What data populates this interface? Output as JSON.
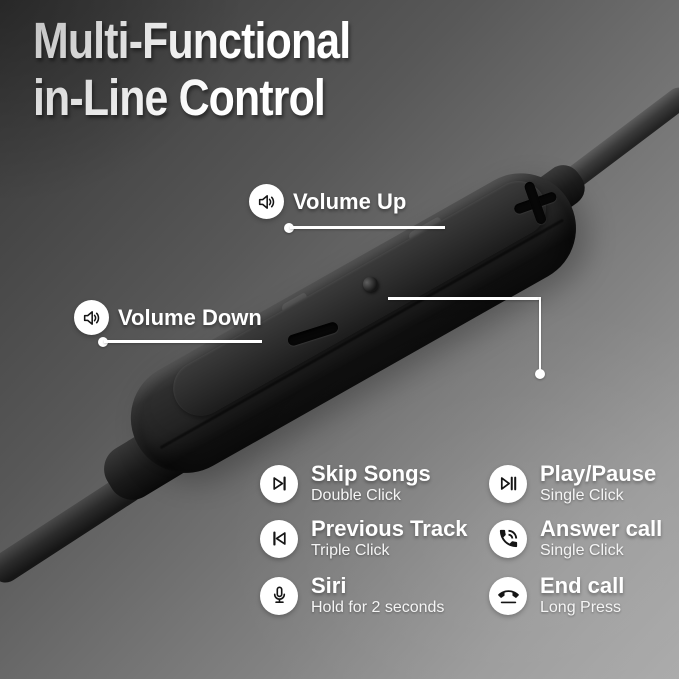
{
  "title": {
    "line1": "Multi-Functional",
    "line2": "in-Line Control"
  },
  "volume_callouts": {
    "up": {
      "icon": "volume-up-icon",
      "label": "Volume Up"
    },
    "down": {
      "icon": "volume-down-icon",
      "label": "Volume Down"
    }
  },
  "functions": {
    "left": [
      {
        "icon": "skip-next-icon",
        "title": "Skip Songs",
        "subtitle": "Double Click"
      },
      {
        "icon": "skip-previous-icon",
        "title": "Previous Track",
        "subtitle": "Triple Click"
      },
      {
        "icon": "microphone-icon",
        "title": "Siri",
        "subtitle": "Hold for 2 seconds"
      }
    ],
    "right": [
      {
        "icon": "play-pause-icon",
        "title": "Play/Pause",
        "subtitle": "Single Click"
      },
      {
        "icon": "answer-call-icon",
        "title": "Answer call",
        "subtitle": "Single Click"
      },
      {
        "icon": "end-call-icon",
        "title": "End call",
        "subtitle": "Long Press"
      }
    ]
  },
  "device": {
    "type": "earphone in-line remote",
    "visible_controls": [
      "volume-up-plus-button",
      "volume-down-minus-button",
      "center-microphone-hole"
    ]
  },
  "colors": {
    "background_dark": "#373737",
    "background_light": "#aaaaaa",
    "device_body": "#1c1c1c",
    "text": "#ffffff",
    "icon_circle": "#ffffff",
    "icon_glyph": "#151515",
    "callout_line": "#ffffff"
  }
}
